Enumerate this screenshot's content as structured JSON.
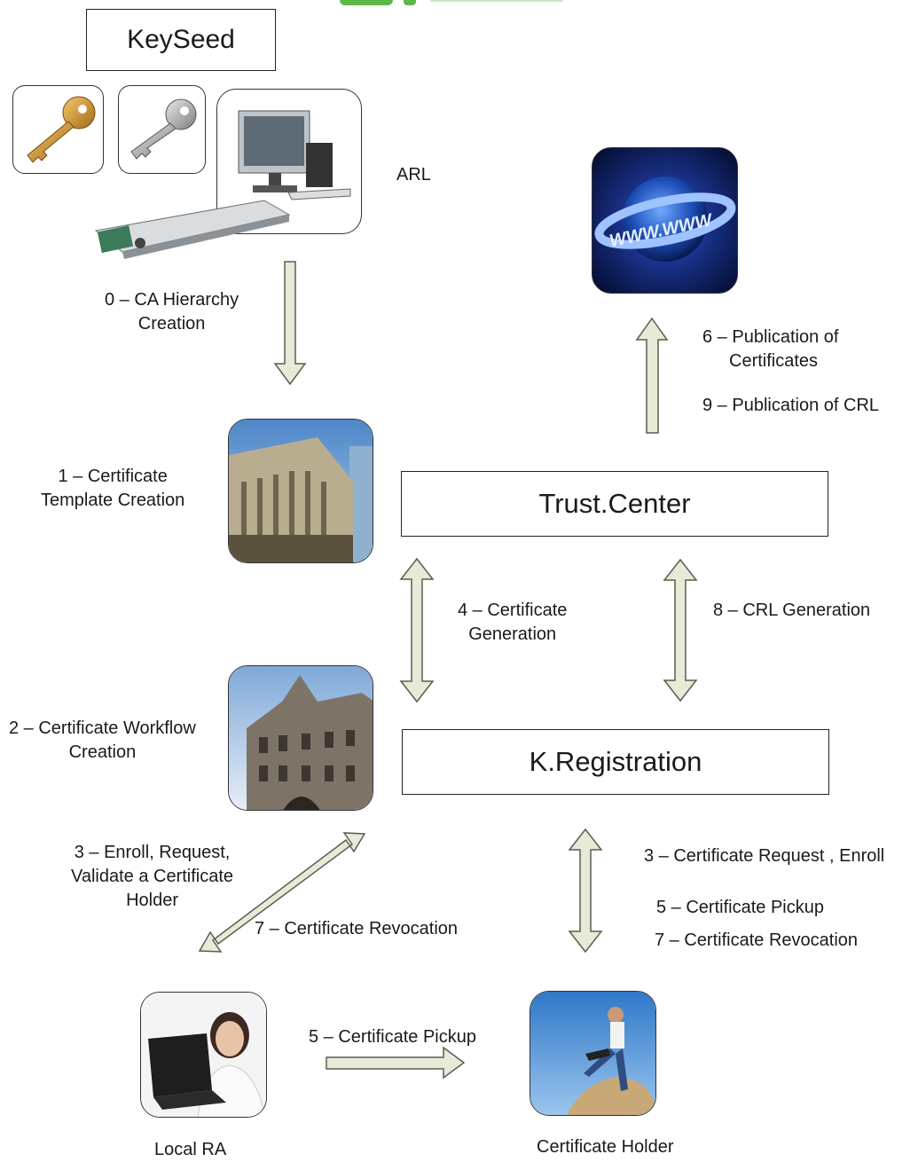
{
  "colors": {
    "arrow_fill": "#e6ead6",
    "arrow_stroke": "#5a5d50",
    "logo_green": "#5cb848"
  },
  "logo": {
    "icon": "green-logo-icon"
  },
  "nodes": {
    "keyseed": "KeySeed",
    "arl": "ARL",
    "trust_center": "Trust.Center",
    "k_registration": "K.Registration",
    "local_ra": "Local RA",
    "certificate_holder": "Certificate Holder"
  },
  "images": {
    "key_gold": "gold-key-icon",
    "key_silver": "silver-key-icon",
    "computer": "computer-hsm-icon",
    "web_globe": "web-globe-icon",
    "bank_building": "bank-building-icon",
    "town_hall": "town-hall-icon",
    "ra_operator": "woman-laptop-icon",
    "holder": "man-laptop-icon"
  },
  "labels": {
    "step0": [
      "0 – CA Hierarchy",
      "Creation"
    ],
    "step1": [
      "1 – Certificate",
      "Template Creation"
    ],
    "step2": [
      "2 – Certificate Workflow",
      "Creation"
    ],
    "step3_left": [
      "3 – Enroll, Request,",
      "Validate a  Certificate",
      "Holder"
    ],
    "step7_left": "7 – Certificate Revocation",
    "step4": [
      "4 – Certificate",
      "Generation"
    ],
    "step8": "8 – CRL Generation",
    "step6": [
      "6 – Publication of",
      "Certificates"
    ],
    "step9": "9 – Publication of CRL",
    "step3_right": "3 – Certificate Request , Enroll",
    "step5_right": "5 – Certificate Pickup",
    "step7_right": "7 – Certificate Revocation",
    "step5_bottom": "5 – Certificate Pickup"
  }
}
